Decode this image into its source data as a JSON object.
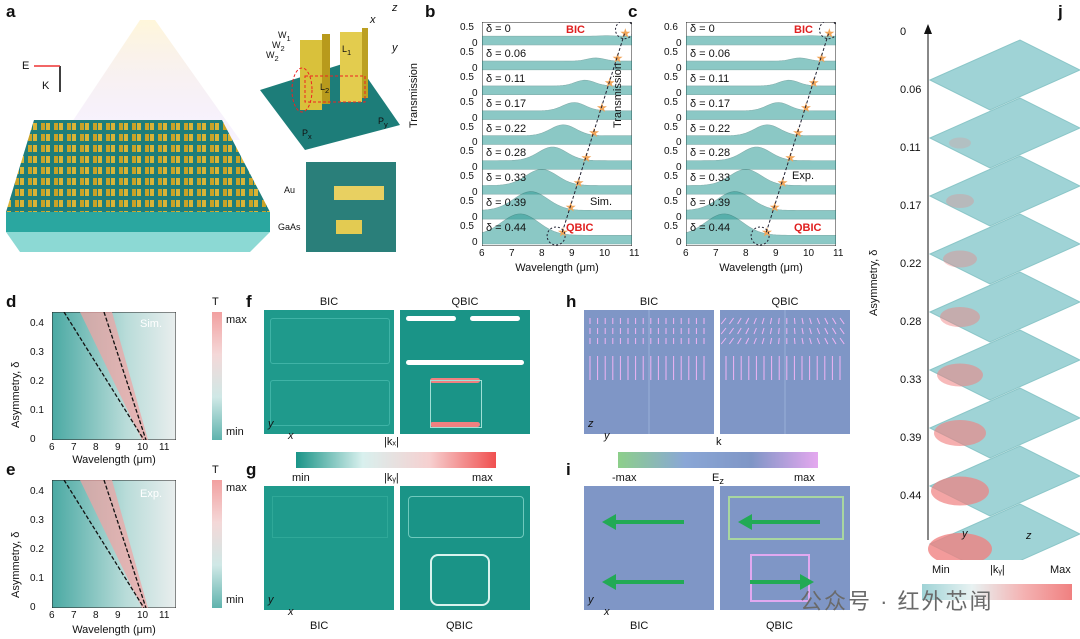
{
  "panels": {
    "a": "a",
    "b": "b",
    "c": "c",
    "d": "d",
    "e": "e",
    "f": "f",
    "g": "g",
    "h": "h",
    "i": "i",
    "j": "j"
  },
  "panel_a": {
    "E": "E",
    "K": "K",
    "x": "x",
    "y": "y",
    "z": "z",
    "W1": "W",
    "W1s": "1",
    "W2": "W",
    "W2s": "2",
    "W3": "W",
    "W3s": "2",
    "L1": "L",
    "L1s": "1",
    "L2": "L",
    "L2s": "2",
    "Px": "P",
    "Pxs": "x",
    "Py": "P",
    "Pys": "y",
    "au": "Au",
    "gaas": "GaAs"
  },
  "transmission": {
    "ylabel": "Transmission",
    "xlabel": "Wavelength (μm)",
    "deltas": [
      "δ = 0",
      "δ = 0.06",
      "δ = 0.11",
      "δ = 0.17",
      "δ = 0.22",
      "δ = 0.28",
      "δ = 0.33",
      "δ = 0.39",
      "δ = 0.44"
    ],
    "xticks": [
      "6",
      "7",
      "8",
      "9",
      "10",
      "11"
    ],
    "b_top": "0.5",
    "c_top": "0.6",
    "bic": "BIC",
    "qbic": "QBIC",
    "sim": "Sim.",
    "exp": "Exp."
  },
  "dispersion": {
    "ylabel": "Asymmetry, δ",
    "xlabel": "Wavelength (μm)",
    "yticks": [
      "0.4",
      "0.3",
      "0.2",
      "0.1",
      "0"
    ],
    "xticks": [
      "6",
      "7",
      "8",
      "9",
      "10",
      "11"
    ],
    "T": "T",
    "max": "max",
    "min": "min",
    "sim": "Sim.",
    "exp": "Exp."
  },
  "fields": {
    "bic": "BIC",
    "qbic": "QBIC",
    "kx": "|kₓ|",
    "ky": "|kᵧ|",
    "k": "k",
    "Ez": "E",
    "Ezs": "z",
    "min": "min",
    "max": "max",
    "nmax": "-max",
    "pmax": "max",
    "x": "x",
    "y": "y",
    "z": "z"
  },
  "panel_j": {
    "ylabel": "Asymmetry, δ",
    "levels": [
      "0",
      "0.06",
      "0.11",
      "0.17",
      "0.22",
      "0.28",
      "0.33",
      "0.39",
      "0.44"
    ],
    "Min": "Min",
    "Max": "Max",
    "ky": "|kᵧ|",
    "y": "y",
    "z": "z"
  },
  "watermark": "公众号 · 红外芯闻",
  "colors": {
    "teal": "#2e9c96",
    "salmon": "#f08080",
    "slate": "#7f96c6",
    "green": "#22aa55"
  }
}
